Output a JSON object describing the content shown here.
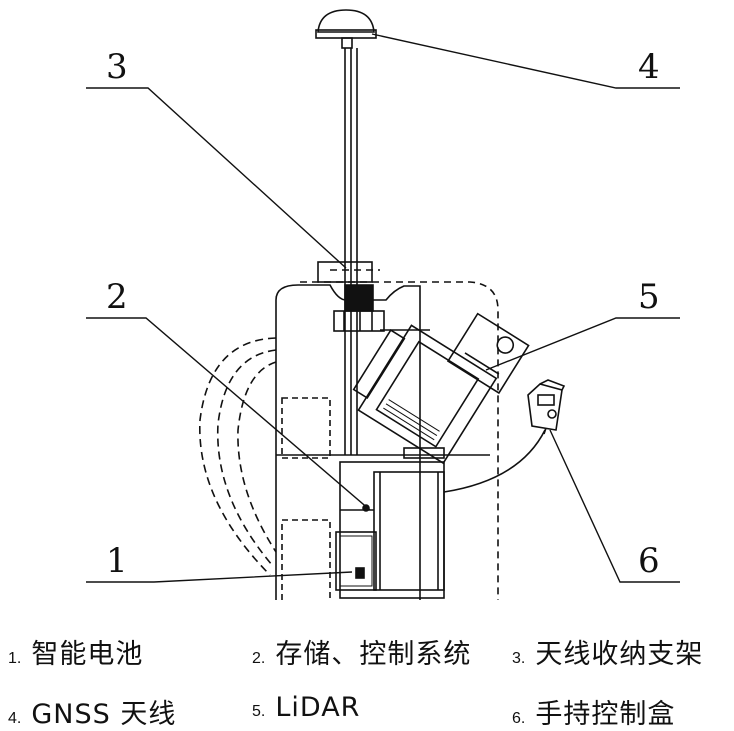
{
  "callouts": [
    "1",
    "2",
    "3",
    "4",
    "5",
    "6"
  ],
  "legend": [
    {
      "num": "1.",
      "text": "智能电池"
    },
    {
      "num": "2.",
      "text": "存储、控制系统"
    },
    {
      "num": "3.",
      "text": "天线收纳支架"
    },
    {
      "num": "4.",
      "text": "GNSS 天线"
    },
    {
      "num": "5.",
      "text": "LiDAR"
    },
    {
      "num": "6.",
      "text": "手持控制盒"
    }
  ]
}
